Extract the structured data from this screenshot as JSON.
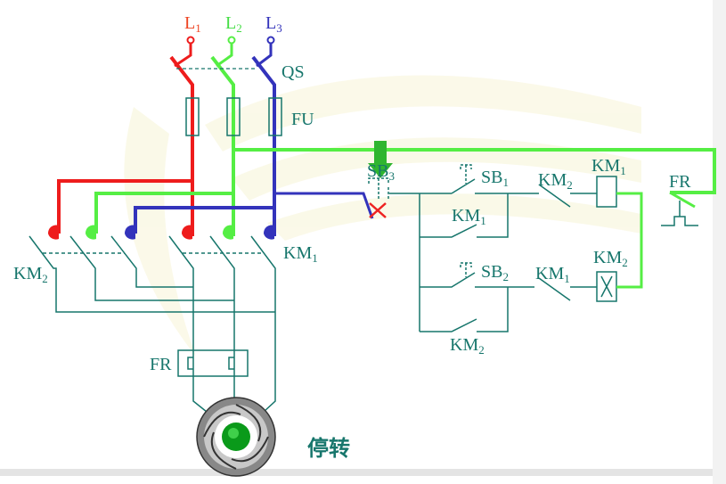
{
  "labels": {
    "l1": "L",
    "l1_sub": "1",
    "l2": "L",
    "l2_sub": "2",
    "l3": "L",
    "l3_sub": "3",
    "qs": "QS",
    "fu": "FU",
    "sb3": "SB",
    "sb3_sub": "3",
    "sb1": "SB",
    "sb1_sub": "1",
    "sb2": "SB",
    "sb2_sub": "2",
    "km1_hold": "KM",
    "km1_hold_sub": "1",
    "km2_nc": "KM",
    "km2_nc_sub": "2",
    "km1_coil": "KM",
    "km1_coil_sub": "1",
    "km1_nc": "KM",
    "km1_nc_sub": "1",
    "km2_coil": "KM",
    "km2_coil_sub": "2",
    "km2_hold": "KM",
    "km2_hold_sub": "2",
    "fr_ctrl": "FR",
    "fr_main": "FR",
    "km1_main": "KM",
    "km1_main_sub": "1",
    "km2_main": "KM",
    "km2_main_sub": "2"
  },
  "status_text": "停转",
  "colors": {
    "phase_l1": "#ee1c1c",
    "phase_l2": "#55ee44",
    "phase_l3": "#3333bb",
    "wire": "#17766c",
    "motor_indicator": "#0a9a1a"
  },
  "icons": {
    "press_indicator": "green-down-arrow-icon",
    "stop_mark": "red-x-icon",
    "motor": "motor-icon"
  }
}
